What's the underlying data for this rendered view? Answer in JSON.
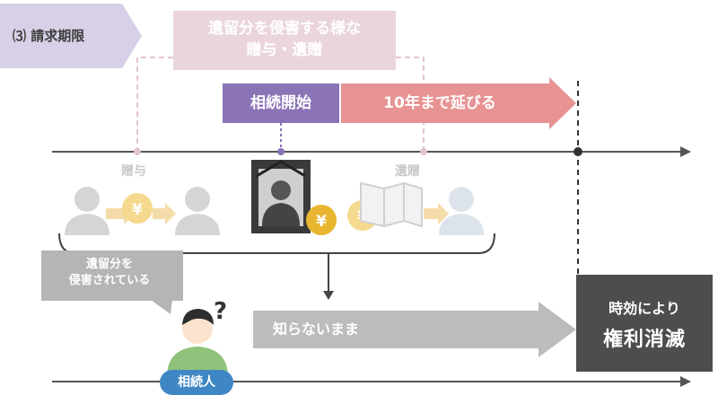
{
  "section": {
    "label": "⑶ 請求期限"
  },
  "title_box": {
    "line1": "遺留分を侵害する様な",
    "line2": "贈与・遺贈"
  },
  "start": {
    "label": "相続開始"
  },
  "extension": {
    "label": "10年まで延びる"
  },
  "timeline": {
    "gift_label": "贈与",
    "bequest_label": "遺贈"
  },
  "callout": {
    "line1": "遺留分を",
    "line2": "侵害されている"
  },
  "unknown": {
    "label": "知らないまま"
  },
  "result": {
    "line1": "時効により",
    "line2": "権利消滅"
  },
  "heir": {
    "label": "相続人"
  },
  "colors": {
    "tag": "#d8d0e6",
    "pink": "#ead5de",
    "purple": "#8a74b6",
    "salmon": "#e79393",
    "gray_arrow": "#bcbcbc",
    "dark": "#4d4d4d",
    "heir_blue": "#3f87c4",
    "gold": "#e9b631"
  },
  "icons": [
    "person-icon",
    "yen-bag-icon",
    "document-icon",
    "portrait-frame-icon",
    "question-mark-icon"
  ]
}
